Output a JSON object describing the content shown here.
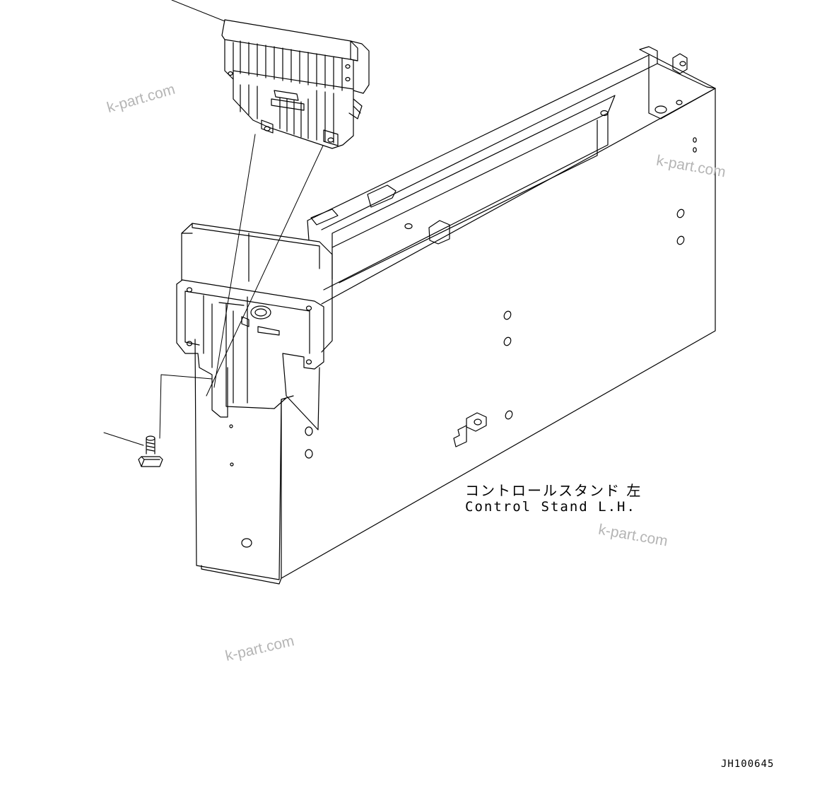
{
  "diagram": {
    "part_label_jp": "コントロールスタンド 左",
    "part_label_en": "Control Stand L.H.",
    "drawing_code": "JH100645"
  },
  "watermarks": [
    "k-part.com",
    "k-part.com",
    "k-part.com",
    "k-part.com"
  ],
  "colors": {
    "line": "#000000",
    "watermark": "#b5b5b5",
    "background": "#ffffff"
  }
}
